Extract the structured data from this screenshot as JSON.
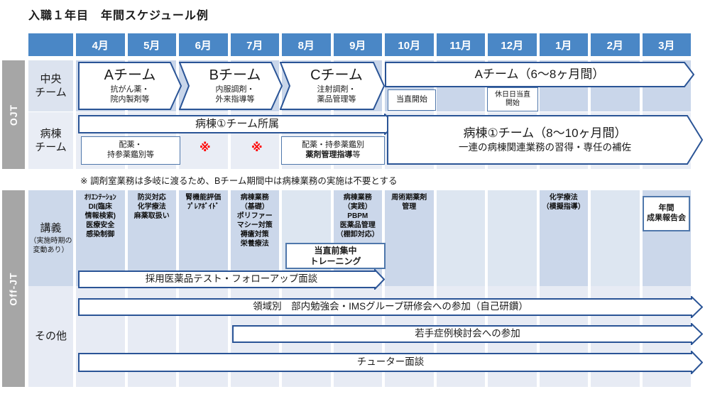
{
  "title": "入職１年目　年間スケジュール例",
  "months": [
    "4月",
    "5月",
    "6月",
    "7月",
    "8月",
    "9月",
    "10月",
    "11月",
    "12月",
    "1月",
    "2月",
    "3月"
  ],
  "ojt": {
    "bar_label": "OJT",
    "central": {
      "row_label": "中央\nチーム",
      "team_a": {
        "title": "Aチーム",
        "desc": "抗がん薬・\n院内製剤等"
      },
      "team_b": {
        "title": "Bチーム",
        "desc": "内服調剤・\n外来指導等"
      },
      "team_c": {
        "title": "Cチーム",
        "desc": "注射調剤・\n薬品管理等"
      },
      "team_a_long": "Aチーム（6～8ヶ月間）",
      "duty_start": "当直開始",
      "holiday_duty": "休日日当直\n開始"
    },
    "ward": {
      "row_label": "病棟\nチーム",
      "belong": "病棟①チーム所属",
      "task_box1": "配薬・\n持参薬鑑別等",
      "asterisk": "※",
      "task_box2_line1": "配薬・持参薬鑑別",
      "task_box2_bold": "薬剤管理指導",
      "task_box2_tail": "等",
      "main_line1": "病棟①チーム（8～10ヶ月間）",
      "main_line2": "一連の病棟関連業務の習得・専任の補佐"
    },
    "note": "※ 調剤室業務は多岐に渡るため、Bチーム期間中は病棟業務の実施は不要とする"
  },
  "offjt": {
    "bar_label": "Off-JT",
    "lecture": {
      "row_label": "講義",
      "row_sublabel": "（実施時期の\n変動あり）",
      "columns": [
        "ｵﾘｴﾝﾃｰｼｮﾝ\nDI(臨床\n情報検索)\n医療安全\n感染制御",
        "防災対応\n化学療法\n麻薬取扱い",
        "腎機能評価\nﾌﾟﾚｱﾎﾞｲﾄﾞ",
        "病棟業務\n（基礎）\nポリファー\nマシー対策\n褥瘡対策\n栄養療法",
        "",
        "病棟業務\n（実践）\nPBPM\n医薬品管理\n（棚卸対応）",
        "周術期薬剤\n管理",
        "",
        "",
        "化学療法\n（模擬指導）",
        "",
        ""
      ],
      "training_box": "当直前集中\nトレーニング",
      "report_box": "年間\n成果報告会",
      "test_arrow": "採用医薬品テスト・フォローアップ面談"
    },
    "others": {
      "row_label": "その他",
      "study_arrow": "領域別　部内勉強会・IMSグループ研修会への参加（自己研鑽）",
      "case_arrow": "若手症例検討会への参加",
      "tutor_arrow": "チューター面談"
    }
  },
  "colors": {
    "header_blue": "#4a87c6",
    "arrow_border": "#2a5496",
    "box_border": "#4f77ab",
    "band_dark": "#c9d6ea",
    "band_light": "#e9edf5",
    "lecture_dark": "#cbd7ea",
    "lecture_light": "#dde6f1",
    "others_bg": "#e7ebf4",
    "gray_bar": "#a6a6a6",
    "asterisk_red": "#ff0000"
  }
}
